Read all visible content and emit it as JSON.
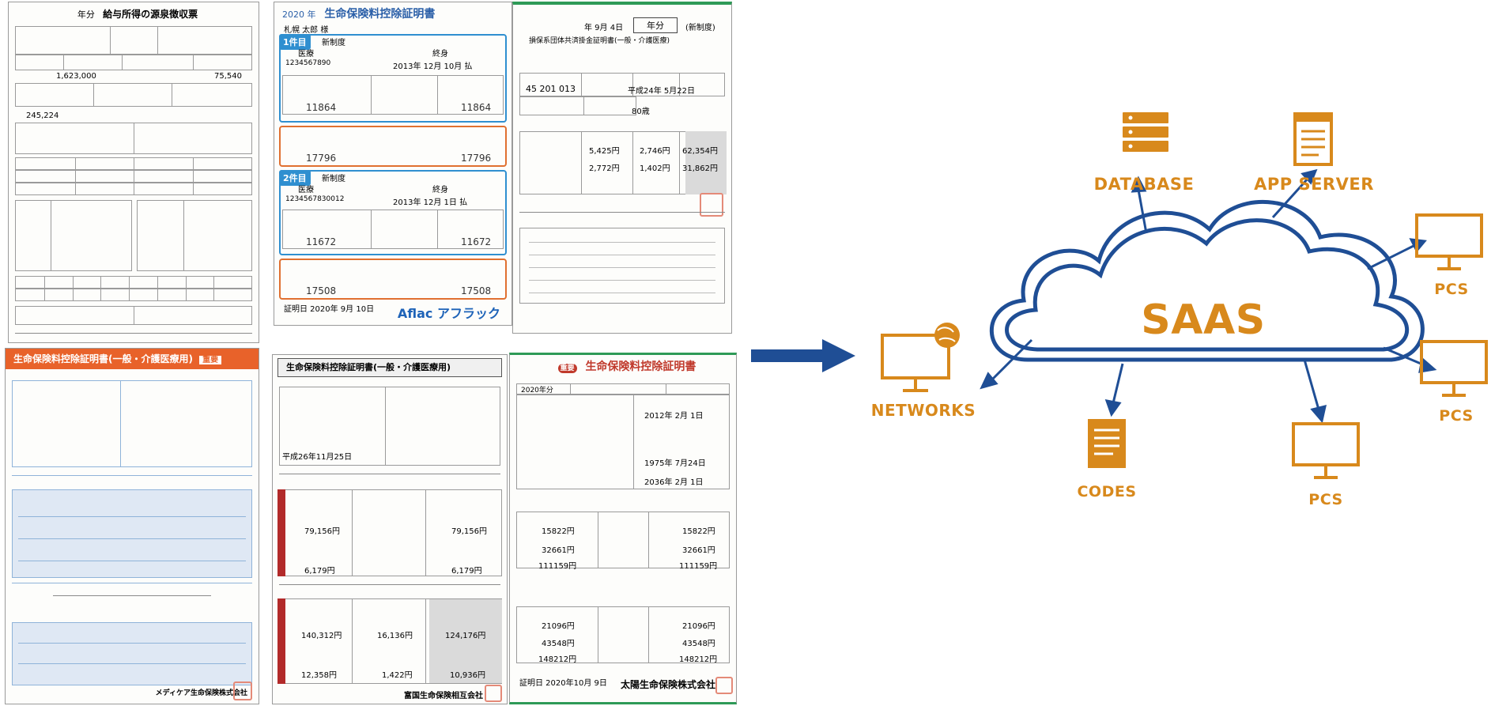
{
  "documents": {
    "withholding_slip": {
      "title": "給与所得の源泉徴収票",
      "year": "年分",
      "amounts": [
        "1,623,000",
        "75,540",
        "245,224"
      ]
    },
    "deduction_cert_2020": {
      "year": "2020 年",
      "title": "生命保険料控除証明書",
      "holder": "札幌 太郎 様",
      "contract1": {
        "badge": "1件目",
        "system": "新制度",
        "type": "医療",
        "term": "終身",
        "policy_no": "1234567890",
        "date": "2013年 12月 10月 払",
        "amounts": [
          "11864",
          "11864",
          "17796",
          "17796"
        ]
      },
      "contract2": {
        "badge": "2件目",
        "system": "新制度",
        "type": "医療",
        "term": "終身",
        "policy_no": "1234567830012",
        "date": "2013年 12月 1日 払",
        "amounts": [
          "11672",
          "11672",
          "17508",
          "17508"
        ]
      },
      "issued": "証明日 2020年 9月 10日",
      "company": "Aflac アフラック"
    },
    "green_cert": {
      "date": "年 9月 4日",
      "year_box": "年分",
      "system": "(新制度)",
      "title": "損保系団体共済掛金証明書(一般・介護医療)",
      "contract_no": "45 201 013",
      "contract_date": "平成24年 5月22日",
      "period": "80歳",
      "rows": [
        "5,425円",
        "2,746円",
        "62,354円",
        "2,772円",
        "1,402円",
        "31,862円"
      ]
    },
    "orange_cert": {
      "title": "生命保険料控除証明書(一般・介護医療用)",
      "tag": "重要",
      "company": "メディケア生命保険株式会社"
    },
    "fukoku_cert": {
      "title": "生命保険料控除証明書(一般・介護医療用)",
      "date_line": "平成26年11月25日",
      "amounts": [
        "79,156円",
        "79,156円",
        "6,179円",
        "6,179円",
        "140,312円",
        "16,136円",
        "124,176円",
        "12,358円",
        "1,422円",
        "10,936円"
      ],
      "company": "富国生命保険相互会社"
    },
    "taiyo_cert": {
      "tag": "重要",
      "title": "生命保険料控除証明書",
      "year": "2020年分",
      "start_date": "2012年 2月 1日",
      "birth": "1975年 7月24日",
      "pension_start": "2036年 2月 1日",
      "amounts": [
        "15822円",
        "15822円",
        "32661円",
        "32661円",
        "111159円",
        "111159円",
        "21096円",
        "21096円",
        "43548円",
        "43548円",
        "148212円",
        "148212円"
      ],
      "issued": "証明日 2020年10月 9日",
      "company": "太陽生命保険株式会社"
    }
  },
  "diagram": {
    "center_label": "SAAS",
    "nodes": [
      {
        "id": "database",
        "label": "DATABASE",
        "icon": "server-rack-icon"
      },
      {
        "id": "app-server",
        "label": "APP SERVER",
        "icon": "document-server-icon"
      },
      {
        "id": "pcs-top",
        "label": "PCS",
        "icon": "monitor-icon"
      },
      {
        "id": "pcs-right",
        "label": "PCS",
        "icon": "monitor-icon"
      },
      {
        "id": "pcs-bottom",
        "label": "PCS",
        "icon": "monitor-icon"
      },
      {
        "id": "codes",
        "label": "CODES",
        "icon": "code-file-icon"
      },
      {
        "id": "networks",
        "label": "NETWORKS",
        "icon": "networked-monitor-icon"
      }
    ],
    "colors": {
      "accent": "#d8891c",
      "cloud": "#1f4e95",
      "arrow": "#1f4e95"
    }
  }
}
